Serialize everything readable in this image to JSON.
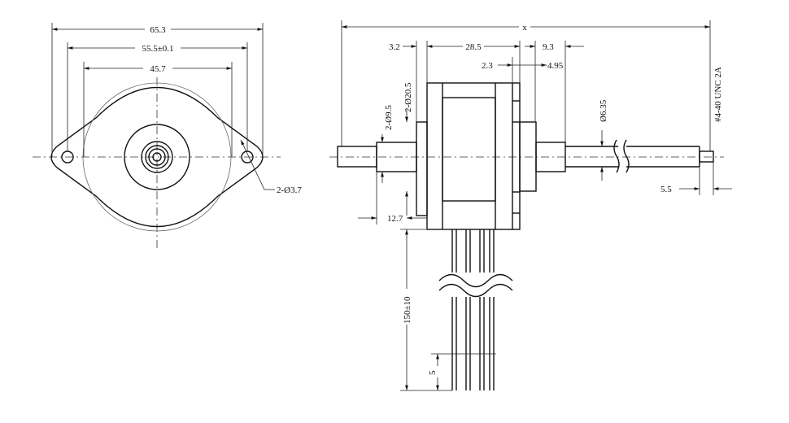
{
  "front_view": {
    "dim_overall_width": "65.3",
    "dim_hole_spacing": "55.5±0.1",
    "dim_body_diameter": "45.7",
    "dim_mount_holes": "2-Ø3.7"
  },
  "side_view": {
    "dim_overall_length": "x",
    "dim_flange": "3.2",
    "dim_body_length": "28.5",
    "dim_boss_length": "9.3",
    "dim_lip": "2.3",
    "dim_boss_offset": "4.95",
    "dim_boss_diameter": "2-Ø20.5",
    "dim_shaft_diameter_rear": "2-Ø9.5",
    "dim_shaft_diameter": "Ø6.35",
    "dim_thread": "#4-40 UNC 2A",
    "dim_thread_length": "5.5",
    "dim_rear_shaft": "12.7",
    "dim_lead_length": "150±10",
    "dim_strip_length": "5"
  }
}
